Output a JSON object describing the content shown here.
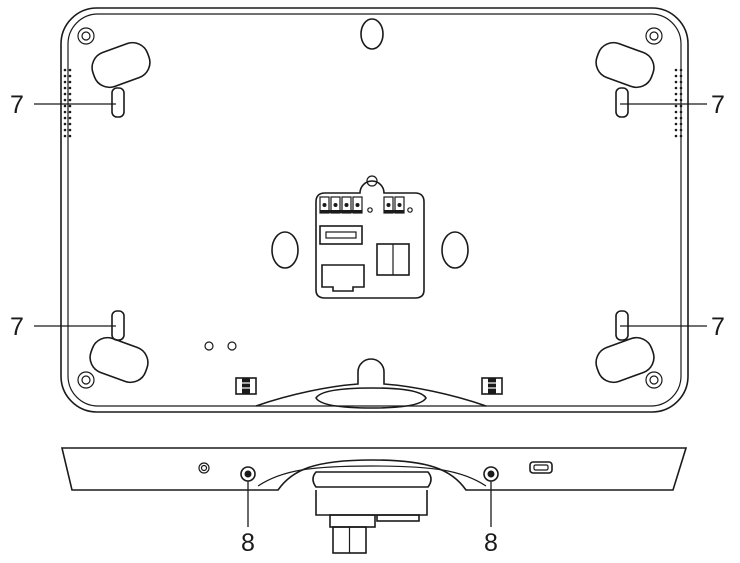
{
  "callouts": {
    "left_top": "7",
    "right_top": "7",
    "left_bottom": "7",
    "right_bottom": "7",
    "bottom_left": "8",
    "bottom_right": "8"
  },
  "colors": {
    "line": "#1a1a1a",
    "background": "#ffffff"
  }
}
